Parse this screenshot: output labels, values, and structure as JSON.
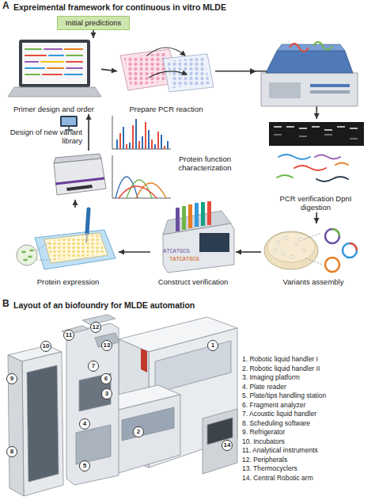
{
  "diagram": {
    "nodes": [
      {
        "text": [
          "Initial predictions"
        ]
      },
      {
        "text": [
          "Primer design and order"
        ]
      },
      {
        "text": [
          "Prepare PCR reaction"
        ]
      },
      {
        "text": [
          "PCR verification DpnI digestion"
        ]
      },
      {
        "text": [
          "Variants assembly"
        ]
      },
      {
        "text": [
          "Construct verification"
        ]
      },
      {
        "text": [
          "Protein expression"
        ]
      },
      {
        "text": [
          "Protein function characterization"
        ]
      },
      {
        "text": [
          "1"
        ]
      },
      {
        "text": [
          "2"
        ]
      },
      {
        "text": [
          "3"
        ]
      },
      {
        "text": [
          "4"
        ]
      },
      {
        "text": [
          "5"
        ]
      },
      {
        "text": [
          "6"
        ]
      },
      {
        "text": [
          "7"
        ]
      },
      {
        "text": [
          "8"
        ]
      },
      {
        "text": [
          "9"
        ]
      },
      {
        "text": [
          "10"
        ]
      },
      {
        "text": [
          "11"
        ]
      },
      {
        "text": [
          "12"
        ]
      },
      {
        "text": [
          "13"
        ]
      },
      {
        "text": [
          "14"
        ]
      }
    ],
    "edges": [
      {
        "from": 0,
        "to": 1,
        "arrow": "to"
      },
      {
        "from": 1,
        "to": 2,
        "arrow": "to"
      },
      {
        "from": 2,
        "to": 3,
        "arrow": "to"
      },
      {
        "from": 3,
        "to": 4,
        "arrow": "to"
      },
      {
        "from": 4,
        "to": 5,
        "arrow": "to"
      },
      {
        "from": 5,
        "to": 6,
        "arrow": "to"
      },
      {
        "from": 6,
        "to": 7,
        "arrow": "to"
      },
      {
        "from": 7,
        "to": 1,
        "label": "Design of new variant library",
        "arrow": "to"
      }
    ],
    "labels": [
      "A",
      "Expreimental framework for continuous in vitro MLDE",
      "ATCATGCG",
      "TATCATGCG",
      "B",
      "Layout of an biofoundry for MLDE automation",
      "1. Robotic liquid handler I",
      "2. Robotic liquid handler II",
      "3. Imaging platform",
      "4. Plate reader",
      "5. Plate/tips handling station",
      "6. Fragment analyzer",
      "7. Acoustic liquid handler",
      "8. Scheduling software",
      "9. Refrigerator",
      "10. Incubators",
      "11. Analytical instruments",
      "12. Peripherals",
      "13. Thermocyclers",
      "14. Central Robotic arm"
    ]
  }
}
